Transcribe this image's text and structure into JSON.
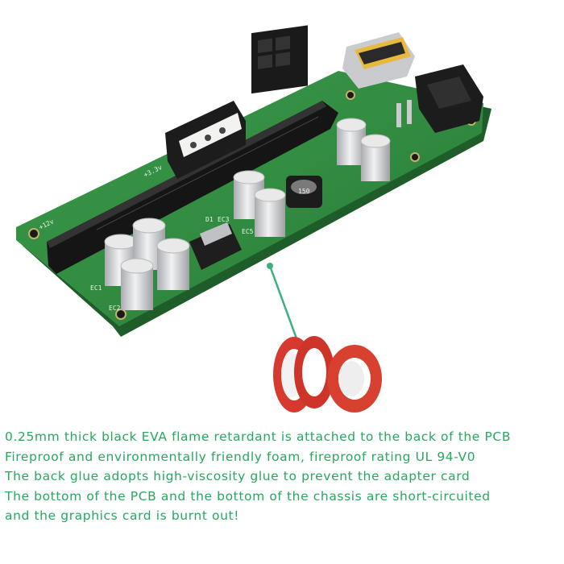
{
  "colors": {
    "caption_text": "#27a85e",
    "pcb": "#2f8a3f",
    "pcb_edge": "#1c5a26",
    "slot": "#1b1b1b",
    "tape_red": "#d63a2f",
    "pointer_line": "#3fb07a",
    "capacitor": "#d9dadc"
  },
  "board": {
    "silk_labels": [
      "+12v",
      "+3.3v",
      "EC1",
      "EC2",
      "EC3",
      "EC5",
      "D1",
      "150"
    ]
  },
  "caption": {
    "lines": [
      "0.25mm thick black EVA flame retardant is attached to the back of the PCB",
      "Fireproof and environmentally friendly foam, fireproof rating UL 94-V0",
      "The back glue adopts high-viscosity glue to prevent the adapter card",
      "The bottom of the PCB and the bottom of the chassis are short-circuited",
      "and the graphics card is burnt out!"
    ]
  }
}
